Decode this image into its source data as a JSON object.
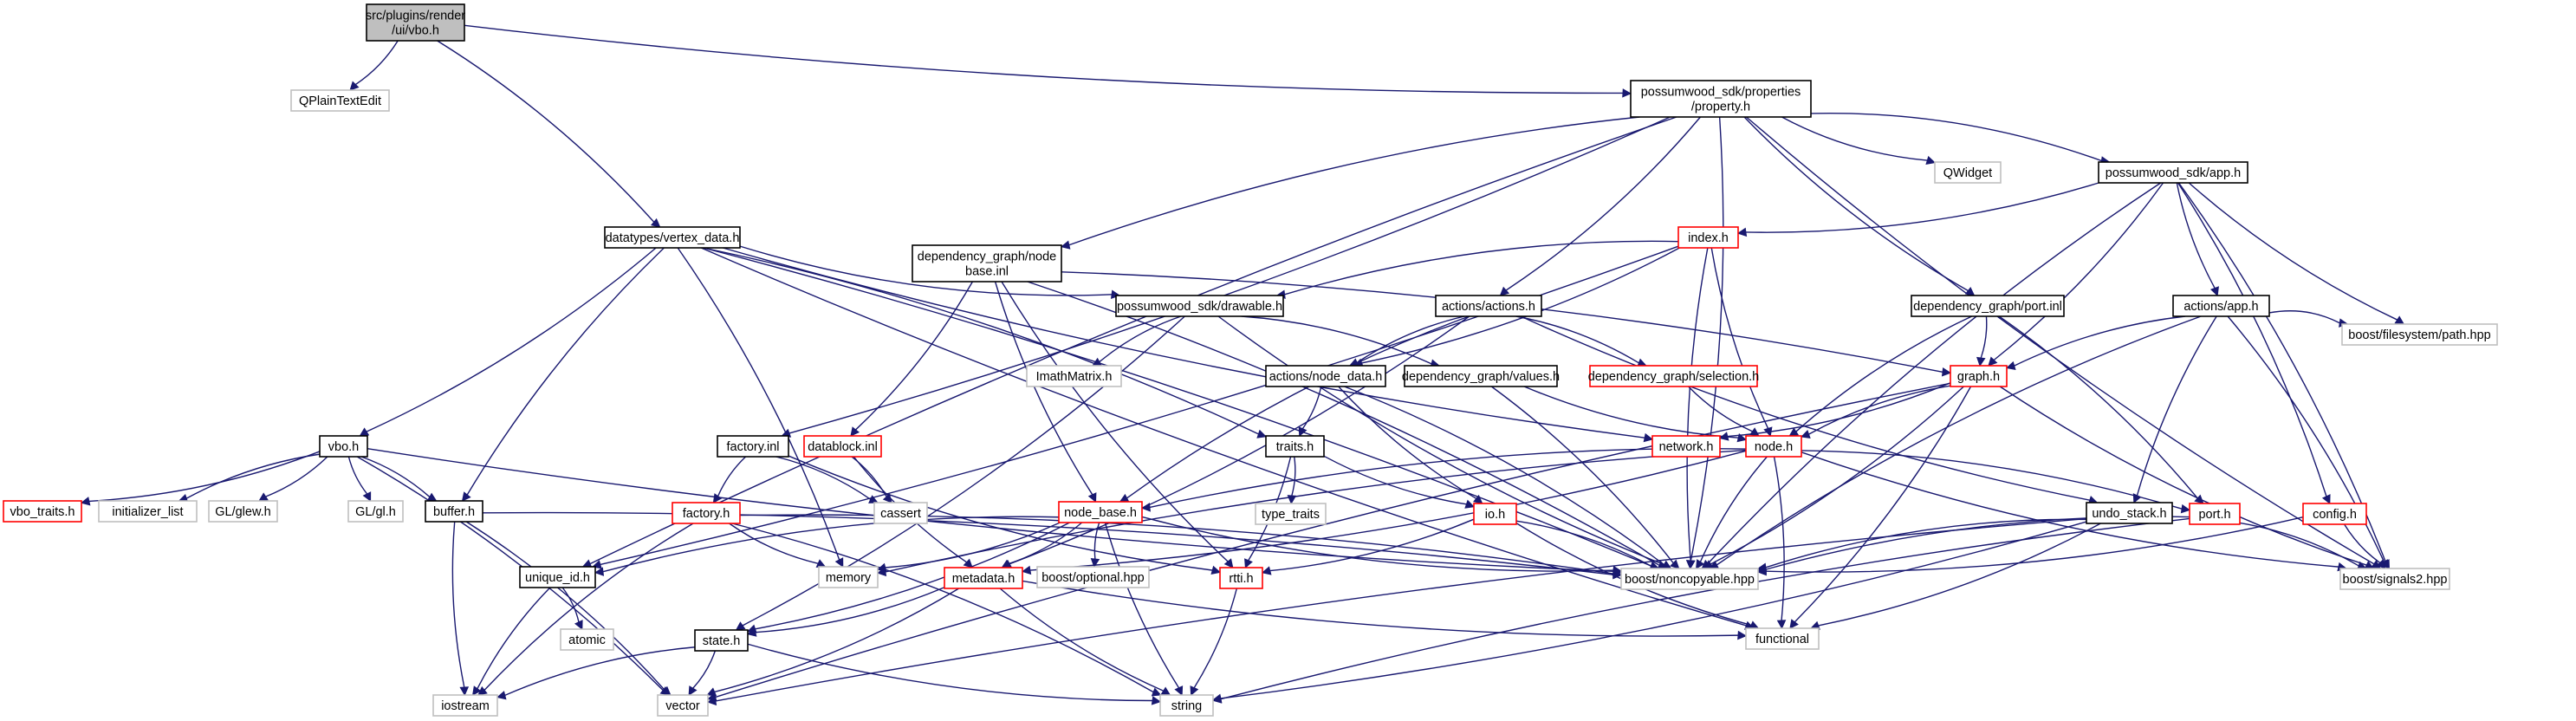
{
  "graph": {
    "colors": {
      "edge": "#191970",
      "black_border": "#000000",
      "red_border": "#ff0000",
      "gray_border": "#bfbfbf",
      "root_fill": "#bfbfbf",
      "fill": "#ffffff"
    },
    "nodes": [
      {
        "id": "vbo_h_root",
        "lines": [
          "src/plugins/render",
          "/ui/vbo.h"
        ],
        "style": "root"
      },
      {
        "id": "qplaintextedit",
        "lines": [
          "QPlainTextEdit"
        ],
        "style": "gray"
      },
      {
        "id": "property_h",
        "lines": [
          "possumwood_sdk/properties",
          "/property.h"
        ],
        "style": "black"
      },
      {
        "id": "vertex_data_h",
        "lines": [
          "datatypes/vertex_data.h"
        ],
        "style": "black"
      },
      {
        "id": "qwidget",
        "lines": [
          "QWidget"
        ],
        "style": "gray"
      },
      {
        "id": "app_h",
        "lines": [
          "possumwood_sdk/app.h"
        ],
        "style": "black"
      },
      {
        "id": "index_h",
        "lines": [
          "index.h"
        ],
        "style": "red"
      },
      {
        "id": "node_base_inl",
        "lines": [
          "dependency_graph/node",
          "base.inl"
        ],
        "style": "black"
      },
      {
        "id": "drawable_h",
        "lines": [
          "possumwood_sdk/drawable.h"
        ],
        "style": "black"
      },
      {
        "id": "actions_h",
        "lines": [
          "actions/actions.h"
        ],
        "style": "black"
      },
      {
        "id": "port_inl",
        "lines": [
          "dependency_graph/port.inl"
        ],
        "style": "black"
      },
      {
        "id": "actions_app_h",
        "lines": [
          "actions/app.h"
        ],
        "style": "black"
      },
      {
        "id": "imathmatrix_h",
        "lines": [
          "ImathMatrix.h"
        ],
        "style": "gray"
      },
      {
        "id": "node_data_h",
        "lines": [
          "actions/node_data.h"
        ],
        "style": "black"
      },
      {
        "id": "values_h",
        "lines": [
          "dependency_graph/values.h"
        ],
        "style": "black"
      },
      {
        "id": "selection_h",
        "lines": [
          "dependency_graph/selection.h"
        ],
        "style": "red"
      },
      {
        "id": "graph_h",
        "lines": [
          "graph.h"
        ],
        "style": "red"
      },
      {
        "id": "filesystem_path",
        "lines": [
          "boost/filesystem/path.hpp"
        ],
        "style": "gray"
      },
      {
        "id": "vbo_h",
        "lines": [
          "vbo.h"
        ],
        "style": "black"
      },
      {
        "id": "factory_inl",
        "lines": [
          "factory.inl"
        ],
        "style": "black"
      },
      {
        "id": "datablock_inl",
        "lines": [
          "datablock.inl"
        ],
        "style": "red"
      },
      {
        "id": "traits_h",
        "lines": [
          "traits.h"
        ],
        "style": "black"
      },
      {
        "id": "network_h",
        "lines": [
          "network.h"
        ],
        "style": "red"
      },
      {
        "id": "node_h",
        "lines": [
          "node.h"
        ],
        "style": "red"
      },
      {
        "id": "vbo_traits_h",
        "lines": [
          "vbo_traits.h"
        ],
        "style": "red"
      },
      {
        "id": "initializer_list",
        "lines": [
          "initializer_list"
        ],
        "style": "gray"
      },
      {
        "id": "gl_glew_h",
        "lines": [
          "GL/glew.h"
        ],
        "style": "gray"
      },
      {
        "id": "gl_gl_h",
        "lines": [
          "GL/gl.h"
        ],
        "style": "gray"
      },
      {
        "id": "buffer_h",
        "lines": [
          "buffer.h"
        ],
        "style": "black"
      },
      {
        "id": "cassert",
        "lines": [
          "cassert"
        ],
        "style": "gray"
      },
      {
        "id": "factory_h",
        "lines": [
          "factory.h"
        ],
        "style": "red"
      },
      {
        "id": "type_traits",
        "lines": [
          "type_traits"
        ],
        "style": "gray"
      },
      {
        "id": "node_base_h",
        "lines": [
          "node_base.h"
        ],
        "style": "red"
      },
      {
        "id": "io_h",
        "lines": [
          "io.h"
        ],
        "style": "red"
      },
      {
        "id": "undo_stack_h",
        "lines": [
          "undo_stack.h"
        ],
        "style": "black"
      },
      {
        "id": "port_h",
        "lines": [
          "port.h"
        ],
        "style": "red"
      },
      {
        "id": "config_h",
        "lines": [
          "config.h"
        ],
        "style": "red"
      },
      {
        "id": "unique_id_h",
        "lines": [
          "unique_id.h"
        ],
        "style": "black"
      },
      {
        "id": "memory",
        "lines": [
          "memory"
        ],
        "style": "gray"
      },
      {
        "id": "boost_optional",
        "lines": [
          "boost/optional.hpp"
        ],
        "style": "gray"
      },
      {
        "id": "metadata_h",
        "lines": [
          "metadata.h"
        ],
        "style": "red"
      },
      {
        "id": "rtti_h",
        "lines": [
          "rtti.h"
        ],
        "style": "red"
      },
      {
        "id": "noncopyable",
        "lines": [
          "boost/noncopyable.hpp"
        ],
        "style": "gray"
      },
      {
        "id": "signals2",
        "lines": [
          "boost/signals2.hpp"
        ],
        "style": "gray"
      },
      {
        "id": "atomic",
        "lines": [
          "atomic"
        ],
        "style": "gray"
      },
      {
        "id": "state_h",
        "lines": [
          "state.h"
        ],
        "style": "black"
      },
      {
        "id": "functional",
        "lines": [
          "functional"
        ],
        "style": "gray"
      },
      {
        "id": "iostream",
        "lines": [
          "iostream"
        ],
        "style": "gray"
      },
      {
        "id": "vector",
        "lines": [
          "vector"
        ],
        "style": "gray"
      },
      {
        "id": "string",
        "lines": [
          "string"
        ],
        "style": "gray"
      }
    ],
    "edges": [
      [
        "vbo_h_root",
        "qplaintextedit"
      ],
      [
        "vbo_h_root",
        "property_h"
      ],
      [
        "vbo_h_root",
        "vertex_data_h"
      ],
      [
        "property_h",
        "qwidget"
      ],
      [
        "property_h",
        "app_h"
      ],
      [
        "property_h",
        "node_base_inl"
      ],
      [
        "property_h",
        "actions_h"
      ],
      [
        "property_h",
        "port_inl"
      ],
      [
        "property_h",
        "factory_inl"
      ],
      [
        "property_h",
        "unique_id_h"
      ],
      [
        "property_h",
        "noncopyable"
      ],
      [
        "property_h",
        "signals2"
      ],
      [
        "app_h",
        "index_h"
      ],
      [
        "app_h",
        "actions_app_h"
      ],
      [
        "app_h",
        "graph_h"
      ],
      [
        "app_h",
        "filesystem_path"
      ],
      [
        "app_h",
        "config_h"
      ],
      [
        "app_h",
        "noncopyable"
      ],
      [
        "app_h",
        "signals2"
      ],
      [
        "vertex_data_h",
        "drawable_h"
      ],
      [
        "vertex_data_h",
        "vbo_h"
      ],
      [
        "vertex_data_h",
        "buffer_h"
      ],
      [
        "vertex_data_h",
        "traits_h"
      ],
      [
        "vertex_data_h",
        "network_h"
      ],
      [
        "vertex_data_h",
        "memory"
      ],
      [
        "vertex_data_h",
        "functional"
      ],
      [
        "vertex_data_h",
        "noncopyable"
      ],
      [
        "index_h",
        "drawable_h"
      ],
      [
        "index_h",
        "node_data_h"
      ],
      [
        "index_h",
        "node_h"
      ],
      [
        "index_h",
        "unique_id_h"
      ],
      [
        "index_h",
        "noncopyable"
      ],
      [
        "node_base_inl",
        "datablock_inl"
      ],
      [
        "node_base_inl",
        "node_base_h"
      ],
      [
        "node_base_inl",
        "graph_h"
      ],
      [
        "node_base_inl",
        "rtti_h"
      ],
      [
        "node_base_inl",
        "noncopyable"
      ],
      [
        "drawable_h",
        "imathmatrix_h"
      ],
      [
        "drawable_h",
        "values_h"
      ],
      [
        "drawable_h",
        "noncopyable"
      ],
      [
        "drawable_h",
        "state_h"
      ],
      [
        "actions_h",
        "node_data_h"
      ],
      [
        "actions_h",
        "selection_h"
      ],
      [
        "actions_h",
        "undo_stack_h"
      ],
      [
        "actions_h",
        "metadata_h"
      ],
      [
        "actions_h",
        "node_base_h"
      ],
      [
        "port_inl",
        "graph_h"
      ],
      [
        "port_inl",
        "node_h"
      ],
      [
        "port_inl",
        "port_h"
      ],
      [
        "actions_app_h",
        "graph_h"
      ],
      [
        "actions_app_h",
        "filesystem_path"
      ],
      [
        "actions_app_h",
        "undo_stack_h"
      ],
      [
        "actions_app_h",
        "signals2"
      ],
      [
        "actions_app_h",
        "noncopyable"
      ],
      [
        "node_data_h",
        "traits_h"
      ],
      [
        "node_data_h",
        "io_h"
      ],
      [
        "node_data_h",
        "noncopyable"
      ],
      [
        "values_h",
        "node_h"
      ],
      [
        "values_h",
        "noncopyable"
      ],
      [
        "selection_h",
        "node_h"
      ],
      [
        "graph_h",
        "network_h"
      ],
      [
        "graph_h",
        "node_h"
      ],
      [
        "graph_h",
        "noncopyable"
      ],
      [
        "graph_h",
        "signals2"
      ],
      [
        "graph_h",
        "functional"
      ],
      [
        "graph_h",
        "vector"
      ],
      [
        "vbo_h",
        "vbo_traits_h"
      ],
      [
        "vbo_h",
        "initializer_list"
      ],
      [
        "vbo_h",
        "gl_glew_h"
      ],
      [
        "vbo_h",
        "gl_gl_h"
      ],
      [
        "vbo_h",
        "buffer_h"
      ],
      [
        "vbo_h",
        "noncopyable"
      ],
      [
        "vbo_h",
        "vector"
      ],
      [
        "factory_inl",
        "factory_h"
      ],
      [
        "factory_inl",
        "cassert"
      ],
      [
        "factory_inl",
        "rtti_h"
      ],
      [
        "datablock_inl",
        "cassert"
      ],
      [
        "datablock_inl",
        "metadata_h"
      ],
      [
        "traits_h",
        "type_traits"
      ],
      [
        "traits_h",
        "io_h"
      ],
      [
        "traits_h",
        "rtti_h"
      ],
      [
        "node_h",
        "node_base_h"
      ],
      [
        "node_h",
        "port_h"
      ],
      [
        "node_h",
        "memory"
      ],
      [
        "node_h",
        "metadata_h"
      ],
      [
        "node_h",
        "noncopyable"
      ],
      [
        "node_h",
        "functional"
      ],
      [
        "node_h",
        "signals2"
      ],
      [
        "buffer_h",
        "noncopyable"
      ],
      [
        "buffer_h",
        "iostream"
      ],
      [
        "buffer_h",
        "vector"
      ],
      [
        "factory_h",
        "memory"
      ],
      [
        "factory_h",
        "noncopyable"
      ],
      [
        "factory_h",
        "iostream"
      ],
      [
        "factory_h",
        "string"
      ],
      [
        "node_base_h",
        "unique_id_h"
      ],
      [
        "node_base_h",
        "memory"
      ],
      [
        "node_base_h",
        "boost_optional"
      ],
      [
        "node_base_h",
        "metadata_h"
      ],
      [
        "node_base_h",
        "noncopyable"
      ],
      [
        "node_base_h",
        "state_h"
      ],
      [
        "node_base_h",
        "string"
      ],
      [
        "io_h",
        "rtti_h"
      ],
      [
        "io_h",
        "functional"
      ],
      [
        "io_h",
        "noncopyable"
      ],
      [
        "undo_stack_h",
        "noncopyable"
      ],
      [
        "undo_stack_h",
        "functional"
      ],
      [
        "undo_stack_h",
        "vector"
      ],
      [
        "undo_stack_h",
        "string"
      ],
      [
        "port_h",
        "noncopyable"
      ],
      [
        "port_h",
        "signals2"
      ],
      [
        "port_h",
        "string"
      ],
      [
        "config_h",
        "noncopyable"
      ],
      [
        "config_h",
        "signals2"
      ],
      [
        "unique_id_h",
        "atomic"
      ],
      [
        "unique_id_h",
        "iostream"
      ],
      [
        "metadata_h",
        "state_h"
      ],
      [
        "metadata_h",
        "functional"
      ],
      [
        "metadata_h",
        "vector"
      ],
      [
        "metadata_h",
        "string"
      ],
      [
        "rtti_h",
        "string"
      ],
      [
        "state_h",
        "iostream"
      ],
      [
        "state_h",
        "vector"
      ],
      [
        "state_h",
        "string"
      ]
    ]
  }
}
